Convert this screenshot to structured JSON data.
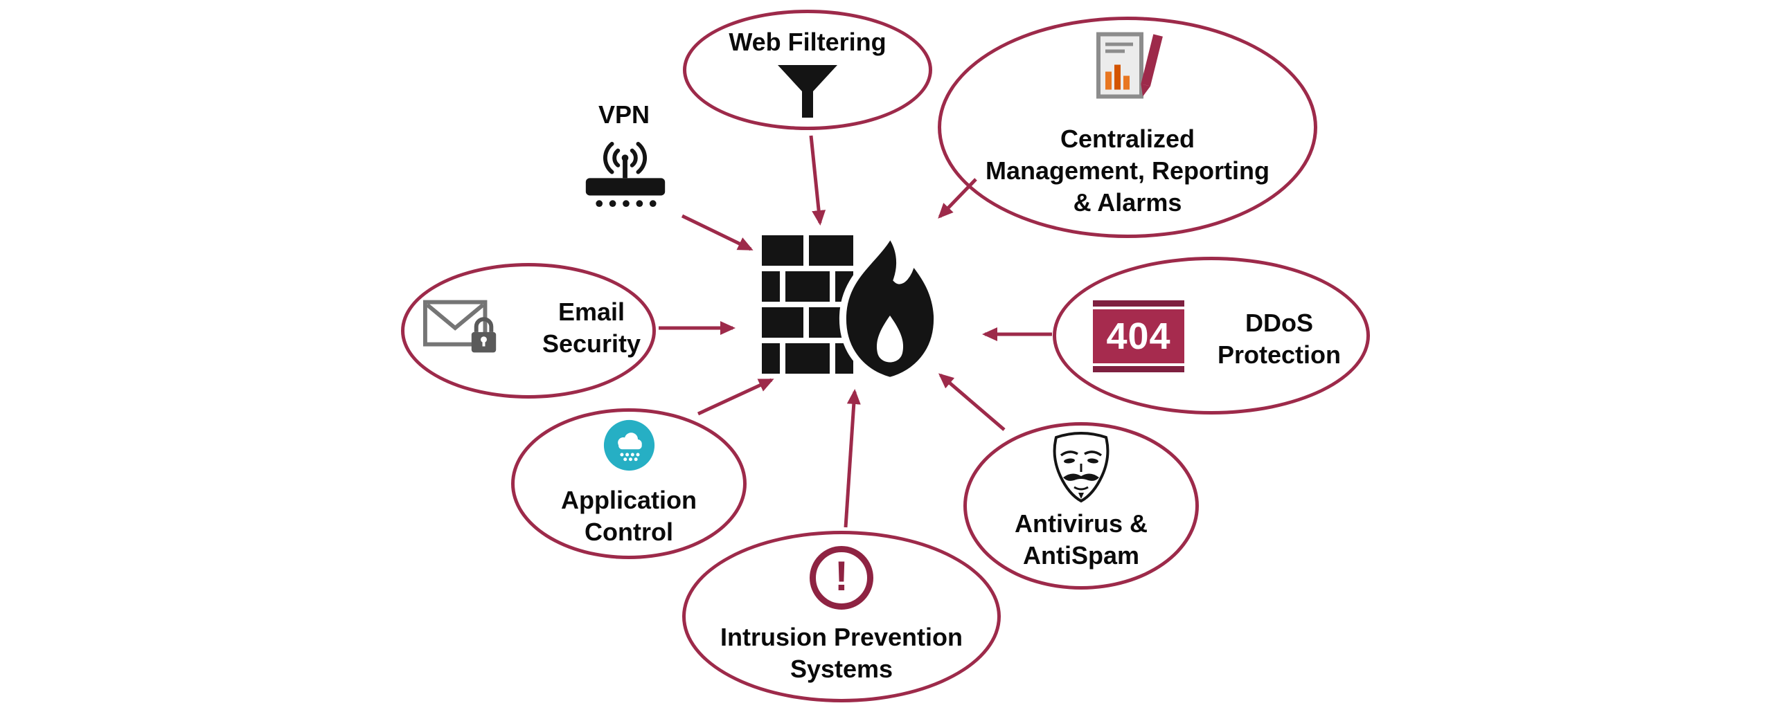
{
  "colors": {
    "accent": "#9D2A4A",
    "accent_dark": "#7E2040",
    "badge_fill": "#A62B4E",
    "icon_black": "#141414",
    "icon_gray": "#757575",
    "teal": "#26AFC4",
    "orange": "#E87722",
    "badge_text_color": "#FFFFFF"
  },
  "center": {
    "icon": "firewall-icon"
  },
  "nodes": {
    "web_filtering": {
      "label": "Web Filtering",
      "icon": "funnel-icon"
    },
    "vpn": {
      "label": "VPN",
      "icon": "wireless-router-icon"
    },
    "centralized_management": {
      "lines": [
        "Centralized",
        "Management, Reporting",
        "& Alarms"
      ],
      "icon": "report-document-pencil-icon"
    },
    "email_security": {
      "lines": [
        "Email",
        "Security"
      ],
      "icon": "envelope-lock-icon"
    },
    "ddos_protection": {
      "badge": "404",
      "lines": [
        "DDoS",
        "Protection"
      ],
      "icon": "404-error-icon"
    },
    "application_control": {
      "lines": [
        "Application",
        "Control"
      ],
      "icon": "cloud-icon"
    },
    "intrusion_prevention": {
      "lines": [
        "Intrusion Prevention",
        "Systems"
      ],
      "icon_glyph": "!",
      "icon": "exclamation-icon"
    },
    "antivirus_antispam": {
      "lines": [
        "Antivirus &",
        "AntiSpam"
      ],
      "icon": "anonymous-mask-icon"
    }
  }
}
